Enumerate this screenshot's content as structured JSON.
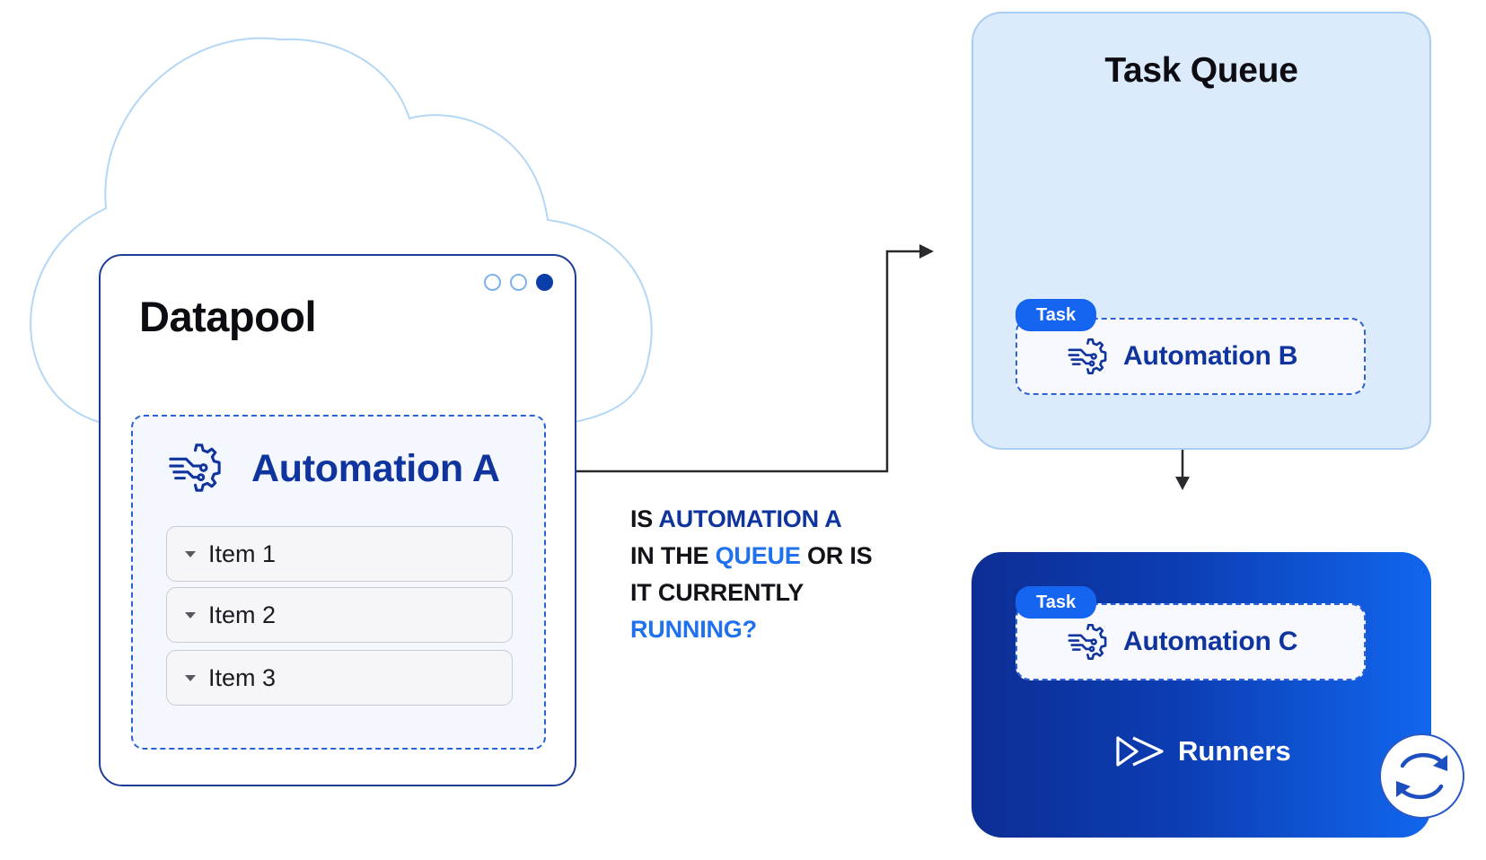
{
  "datapool": {
    "title": "Datapool",
    "window_dots": [
      "empty",
      "empty",
      "filled"
    ],
    "automation": {
      "label": "Automation A",
      "icon": "gear-circuit-icon",
      "items": [
        "Item 1",
        "Item 2",
        "Item 3"
      ]
    }
  },
  "question": {
    "line1_prefix": "IS ",
    "line1_highlight": "AUTOMATION A",
    "line2_prefix": "IN THE ",
    "line2_highlight": "QUEUE",
    "line2_suffix": " OR IS",
    "line3": "IT CURRENTLY",
    "line4_highlight": "RUNNING?"
  },
  "task_queue": {
    "title": "Task Queue",
    "task": {
      "badge": "Task",
      "label": "Automation B",
      "icon": "gear-circuit-icon"
    }
  },
  "runners_panel": {
    "task": {
      "badge": "Task",
      "label": "Automation C",
      "icon": "gear-circuit-icon"
    },
    "runners_label": "Runners",
    "runners_icon": "fast-forward-icon",
    "sync_icon": "sync-arrows-icon"
  },
  "colors": {
    "navy": "#10349d",
    "bright_blue": "#1f71ee",
    "queue_bg": "#dcebfc",
    "runners_gradient_start": "#0d2e94",
    "runners_gradient_end": "#1166ee"
  }
}
